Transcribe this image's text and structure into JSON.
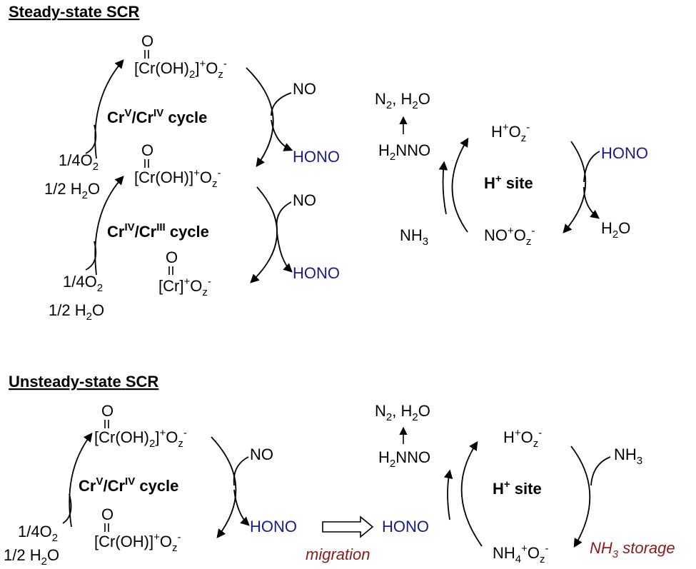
{
  "steady": {
    "header_a": "Steady-state",
    "header_b": "SCR",
    "cr_v": {
      "main": "[Cr(OH)",
      "sub": "2",
      "mid": "]",
      "sup": "+",
      "o": "O",
      "osub": "z",
      "osup": "-",
      "oxo": "O"
    },
    "cr_iv": {
      "main": "[Cr(OH)]",
      "sup": "+",
      "o": "O",
      "osub": "z",
      "osup": "-",
      "oxo": "O"
    },
    "cr_iii": {
      "main": "[Cr]",
      "sup": "+",
      "o": "O",
      "osub": "z",
      "osup": "-",
      "oxo": "O"
    },
    "cycle1": {
      "a": "Cr",
      "a_sup": "V",
      "slash": "/Cr",
      "b_sup": "IV",
      "tail": " cycle"
    },
    "cycle2": {
      "a": "Cr",
      "a_sup": "IV",
      "slash": "/Cr",
      "b_sup": "III",
      "tail": " cycle"
    },
    "no_1": "NO",
    "hono_1": "HONO",
    "no_2": "NO",
    "hono_2": "HONO",
    "o2_1": {
      "pre": "1/4O",
      "sub": "2"
    },
    "h2o_1": {
      "pre": "1/2 H",
      "sub": "2",
      "post": "O"
    },
    "o2_2": {
      "pre": "1/4O",
      "sub": "2"
    },
    "h2o_2": {
      "pre": "1/2 H",
      "sub": "2",
      "post": "O"
    },
    "n2_h2o": {
      "a": "N",
      "a_sub": "2",
      "b": ", H",
      "b_sub": "2",
      "c": "O"
    },
    "h2nno": {
      "a": "H",
      "a_sub": "2",
      "b": "NNO"
    },
    "h_site": {
      "a": "H",
      "sup": "+",
      "b": " site"
    },
    "hoz": {
      "a": "H",
      "sup": "+",
      "b": "O",
      "sub": "z",
      "sup2": "-"
    },
    "hono_h": "HONO",
    "h2o_out": {
      "a": "H",
      "sub": "2",
      "b": "O"
    },
    "nh3": {
      "a": "NH",
      "sub": "3"
    },
    "nooz": {
      "a": "NO",
      "sup": "+",
      "b": "O",
      "sub": "z",
      "sup2": "-"
    }
  },
  "unsteady": {
    "header_a": "Unsteady-state",
    "header_b": "SCR",
    "cr_v": {
      "main": "[Cr(OH)",
      "sub": "2",
      "mid": "]",
      "sup": "+",
      "o": "O",
      "osub": "z",
      "osup": "-",
      "oxo": "O"
    },
    "cr_iv": {
      "main": "[Cr(OH)]",
      "sup": "+",
      "o": "O",
      "osub": "z",
      "osup": "-",
      "oxo": "O"
    },
    "cycle": {
      "a": "Cr",
      "a_sup": "V",
      "slash": "/Cr",
      "b_sup": "IV",
      "tail": " cycle"
    },
    "no": "NO",
    "hono_left": "HONO",
    "o2": {
      "pre": "1/4O",
      "sub": "2"
    },
    "h2o": {
      "pre": "1/2 H",
      "sub": "2",
      "post": "O"
    },
    "migration": "migration",
    "hono_right": "HONO",
    "n2_h2o": {
      "a": "N",
      "a_sub": "2",
      "b": ", H",
      "b_sub": "2",
      "c": "O"
    },
    "h2nno": {
      "a": "H",
      "a_sub": "2",
      "b": "NNO"
    },
    "h_site": {
      "a": "H",
      "sup": "+",
      "b": " site"
    },
    "hoz": {
      "a": "H",
      "sup": "+",
      "b": "O",
      "sub": "z",
      "sup2": "-"
    },
    "nh3_in": {
      "a": "NH",
      "sub": "3"
    },
    "nh4oz": {
      "a": "NH",
      "sub": "4",
      "sup": "+",
      "b": "O",
      "sub2": "z",
      "sup2": "-"
    },
    "nh3_storage": {
      "a": "NH",
      "sub": "3",
      "b": " storage"
    }
  },
  "colors": {
    "hono": "#1a1a8c",
    "italic_red": "#8b1a1a"
  }
}
